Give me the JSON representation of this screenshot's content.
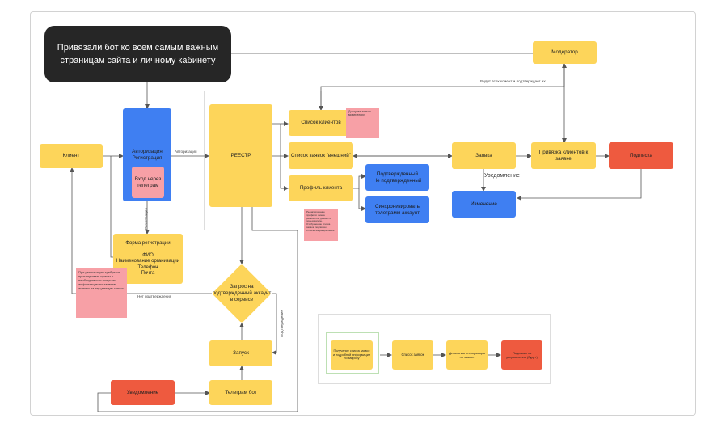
{
  "headline": "Привязали бот ко всем самым важным страницам сайта и личному кабинету",
  "nodes": {
    "moderator": "Модератор",
    "client": "Клиент",
    "auth": "Авторизация\nРегистрация",
    "tg_login": "Вход через телеграм",
    "registry": "РЕЕСТР",
    "clients_list": "Список клиентов",
    "ext_requests": "Список заявок \"внешний\"",
    "client_profile": "Профиль клиента",
    "confirmed": "Подтвержденный\nНе подтвержденный",
    "sync_tg": "Синхронизировать\nтелеграмм аккаунт",
    "request": "Заявка",
    "bind_clients": "Привязка клиентов к заявке",
    "subscription": "Подписка",
    "change": "Изменение",
    "reg_form": "Форма регистрации\n\nФИО\nНаименование организации\nТелефон\nПочта",
    "confirm_request": "Запрос на подтвержденный аккаунт в сервисе",
    "launch": "Запуск",
    "tg_bot": "Телеграм бот",
    "notification": "Уведомление",
    "legend_step1": "Получение списка заявок и подробной информации по запросу",
    "legend_step2": "Список заявок",
    "legend_step3": "Детальная информация по заявке",
    "legend_step4": "Подписка на уведомления (будут)"
  },
  "notes": {
    "moderator_only": "Доступен только модератору",
    "reg_note": "При регистрации требуется прикладывать приказ о необходимости получать информацию по заявкам именно на эту учетную запись",
    "profile_note": "Редактирование профиля: смена реквизитов, данных о пользователе. Отображение списка заявок, подписка и отписка на уведомления"
  },
  "edge_labels": {
    "auth_arrow": "Авторизация",
    "registration": "Регистрация",
    "moderator_sees": "Видит всех клиент и подтверждает их",
    "notification": "Уведомление",
    "no_confirmation": "Нет подтверждения",
    "confirmation": "Подтверждение"
  },
  "colors": {
    "yellow": "#fdd55a",
    "blue": "#3f7ff2",
    "red": "#ee5a3f",
    "pink": "#f7a0a6",
    "black": "#262626",
    "edge": "#555555"
  }
}
